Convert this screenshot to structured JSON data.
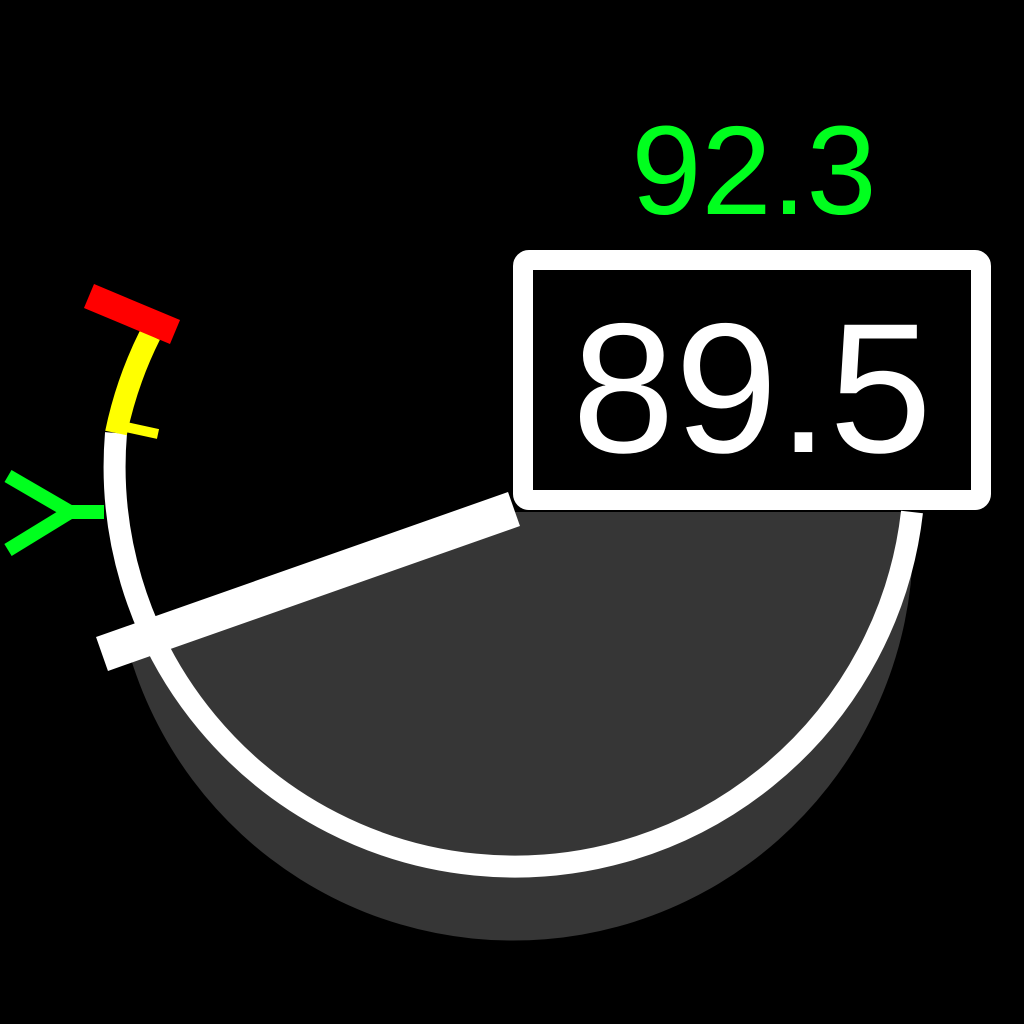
{
  "gauge": {
    "target_value": "92.3",
    "current_value": "89.5",
    "needle_value": 89.5,
    "colors": {
      "background": "#000000",
      "arc": "#ffffff",
      "sweep_fill": "#363636",
      "target": "#00ff1e",
      "caution": "#ffff00",
      "warning": "#ff0000",
      "readout_text": "#ffffff",
      "readout_box_fill": "#000000"
    }
  }
}
